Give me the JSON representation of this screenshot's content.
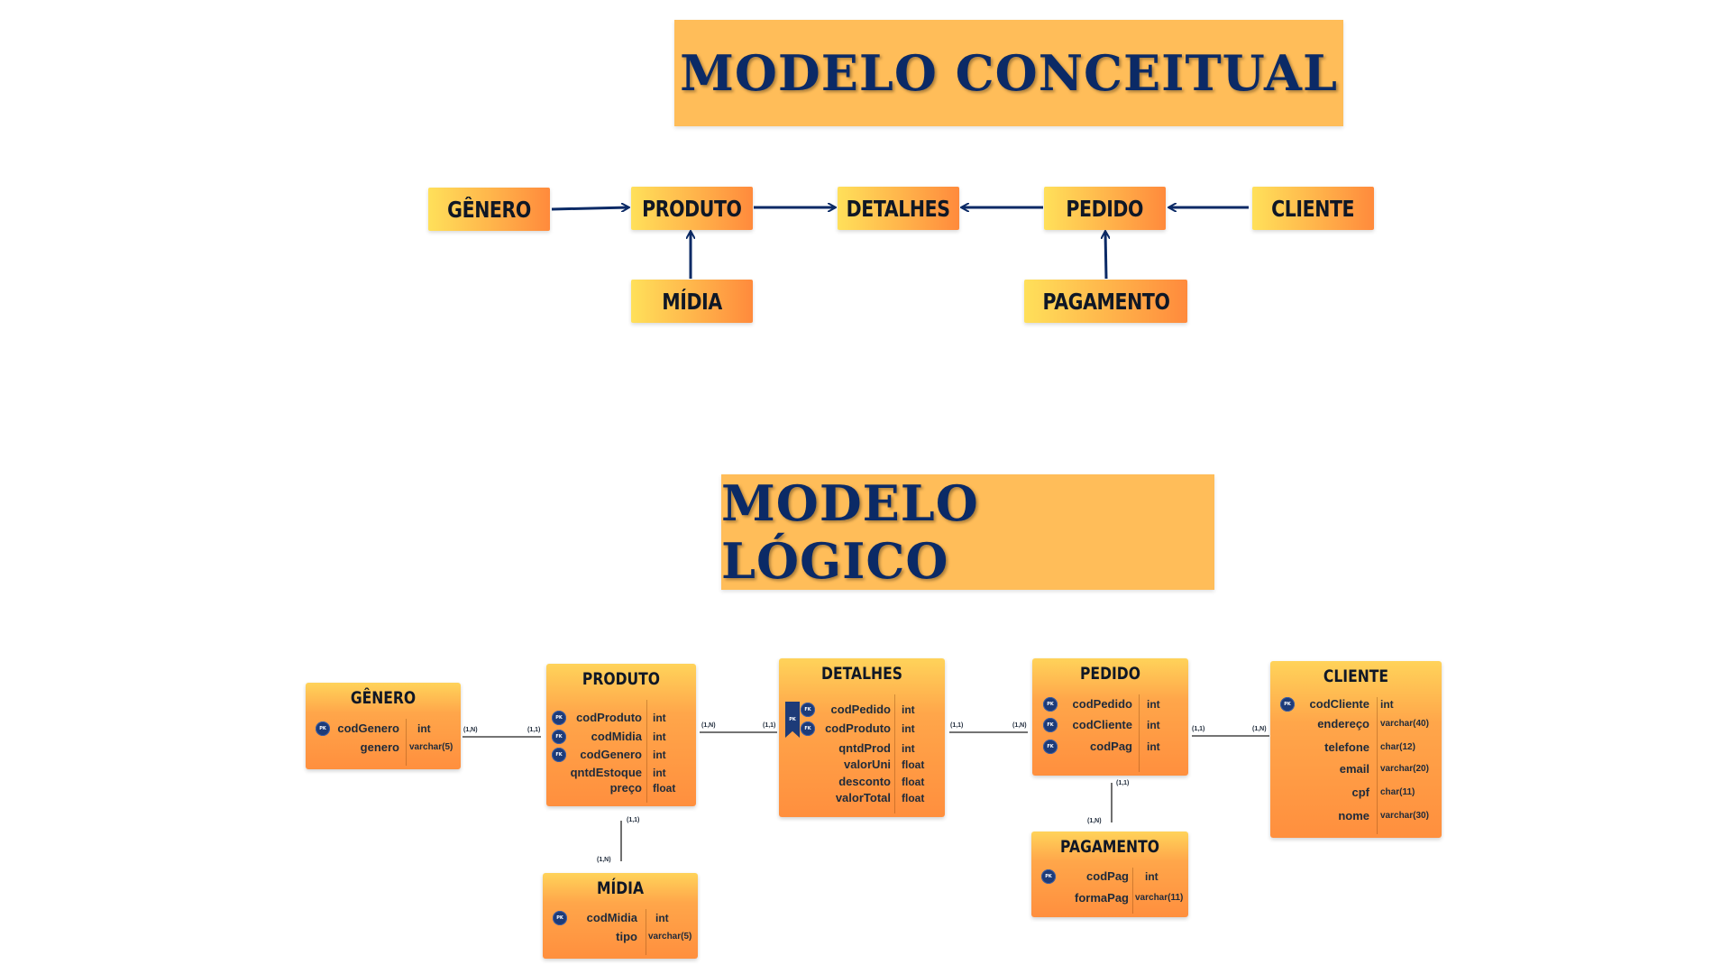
{
  "conceptual": {
    "title": "MODELO CONCEITUAL",
    "entities": {
      "genero": "GÊNERO",
      "produto": "PRODUTO",
      "detalhes": "DETALHES",
      "pedido": "PEDIDO",
      "cliente": "CLIENTE",
      "midia": "MÍDIA",
      "pagamento": "PAGAMENTO"
    }
  },
  "logical": {
    "title": "MODELO LÓGICO",
    "tables": {
      "genero": {
        "title": "GÊNERO",
        "fields": [
          {
            "name": "codGenero",
            "type": "int",
            "key": "PK"
          },
          {
            "name": "genero",
            "type": "varchar(5)",
            "key": ""
          }
        ]
      },
      "produto": {
        "title": "PRODUTO",
        "fields": [
          {
            "name": "codProduto",
            "type": "int",
            "key": "PK"
          },
          {
            "name": "codMidia",
            "type": "int",
            "key": "FK"
          },
          {
            "name": "codGenero",
            "type": "int",
            "key": "FK"
          },
          {
            "name": "qntdEstoque",
            "type": "int",
            "key": ""
          },
          {
            "name": "preço",
            "type": "float",
            "key": ""
          }
        ]
      },
      "detalhes": {
        "title": "DETALHES",
        "fields": [
          {
            "name": "codPedido",
            "type": "int",
            "key": "FK"
          },
          {
            "name": "codProduto",
            "type": "int",
            "key": "FK"
          },
          {
            "name": "qntdProd",
            "type": "int",
            "key": ""
          },
          {
            "name": "valorUni",
            "type": "float",
            "key": ""
          },
          {
            "name": "desconto",
            "type": "float",
            "key": ""
          },
          {
            "name": "valorTotal",
            "type": "float",
            "key": ""
          }
        ],
        "composite_key": "PK"
      },
      "pedido": {
        "title": "PEDIDO",
        "fields": [
          {
            "name": "codPedido",
            "type": "int",
            "key": "PK"
          },
          {
            "name": "codCliente",
            "type": "int",
            "key": "FK"
          },
          {
            "name": "codPag",
            "type": "int",
            "key": "FK"
          }
        ]
      },
      "cliente": {
        "title": "CLIENTE",
        "fields": [
          {
            "name": "codCliente",
            "type": "int",
            "key": "PK"
          },
          {
            "name": "endereço",
            "type": "varchar(40)",
            "key": ""
          },
          {
            "name": "telefone",
            "type": "char(12)",
            "key": ""
          },
          {
            "name": "email",
            "type": "varchar(20)",
            "key": ""
          },
          {
            "name": "cpf",
            "type": "char(11)",
            "key": ""
          },
          {
            "name": "nome",
            "type": "varchar(30)",
            "key": ""
          }
        ]
      },
      "midia": {
        "title": "MÍDIA",
        "fields": [
          {
            "name": "codMidia",
            "type": "int",
            "key": "PK"
          },
          {
            "name": "tipo",
            "type": "varchar(5)",
            "key": ""
          }
        ]
      },
      "pagamento": {
        "title": "PAGAMENTO",
        "fields": [
          {
            "name": "codPag",
            "type": "int",
            "key": "PK"
          },
          {
            "name": "formaPag",
            "type": "varchar(11)",
            "key": ""
          }
        ]
      }
    },
    "cardinalities": {
      "genero_produto": [
        "(1,N)",
        "(1,1)"
      ],
      "produto_detalhes": [
        "(1,N)",
        "(1,1)"
      ],
      "detalhes_pedido": [
        "(1,1)",
        "(1,N)"
      ],
      "pedido_cliente": [
        "(1,1)",
        "(1,N)"
      ],
      "produto_midia": [
        "(1,1)",
        "(1,N)"
      ],
      "pedido_pagamento": [
        "(1,1)",
        "(1,N)"
      ]
    }
  },
  "colors": {
    "banner": "#ffbd59",
    "title_text": "#0b2a66",
    "arrow": "#0b2a66",
    "entity_gradient": [
      "#ffe05a",
      "#ff8a3c"
    ],
    "key_badge": "#1d3b78"
  }
}
